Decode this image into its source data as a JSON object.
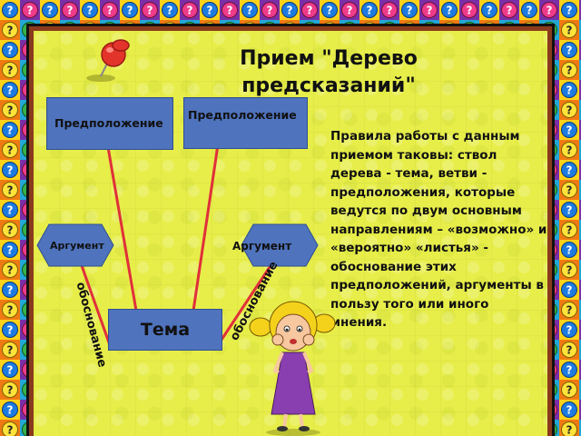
{
  "title": "Прием \"Дерево предсказаний\"",
  "tree": {
    "assumption_left": "Предположение",
    "assumption_right": "Предположение",
    "argument_left": "Аргумент",
    "argument_right": "Аргумент",
    "justification_left": "обоснование",
    "justification_right": "обоснование",
    "topic": "Тема"
  },
  "rules_text": "Правила работы с данным приемом таковы: ствол дерева - тема, ветви - предположения, которые ведутся по двум основным направлениям – «возможно» и «вероятно» «листья» - обоснование этих предположений, аргументы в пользу того или иного мнения.",
  "colors": {
    "box_fill": "#4f73bd",
    "branch_line": "#e0303a",
    "slide_background": "#e7ee4a"
  },
  "icons": [
    "push-pin-icon",
    "girl-illustration",
    "question-mark-border"
  ]
}
